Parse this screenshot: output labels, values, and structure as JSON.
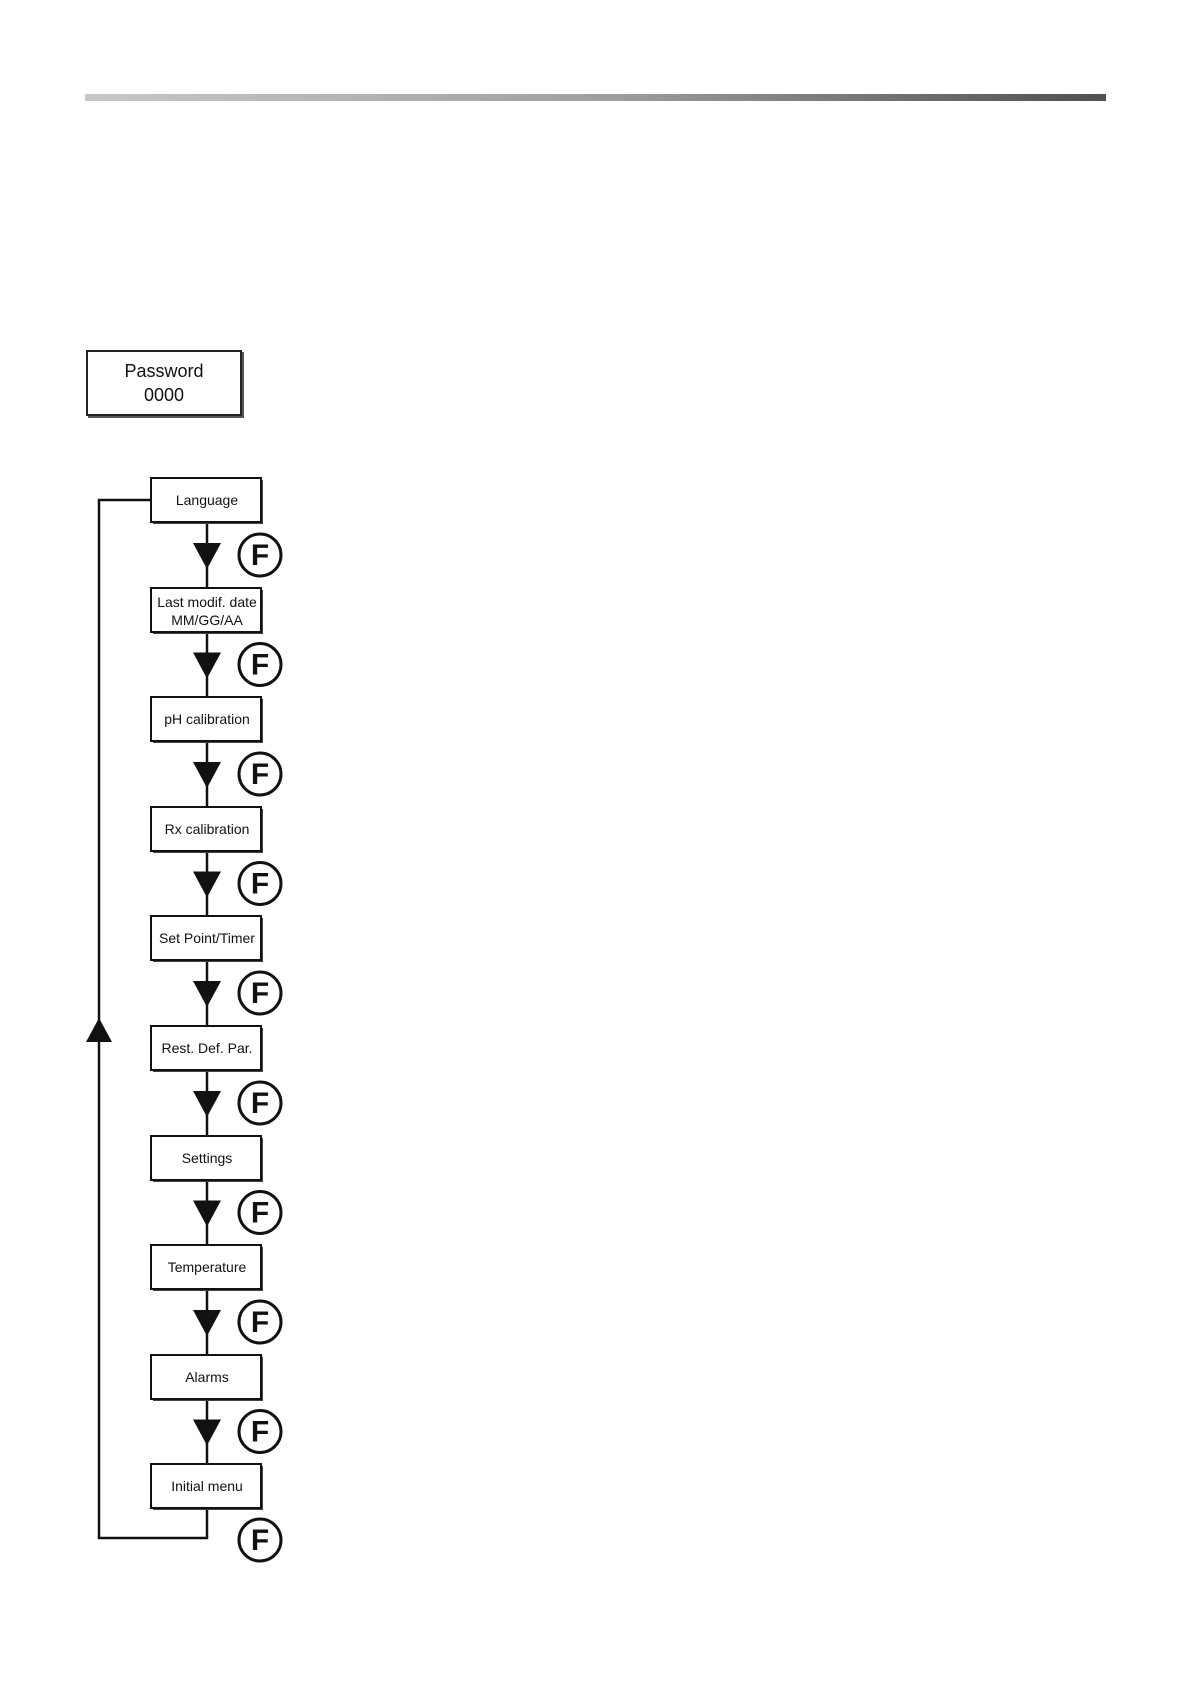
{
  "password": {
    "label": "Password",
    "value": "0000"
  },
  "menu_items": [
    {
      "label": "Language"
    },
    {
      "label": "Last modif. date",
      "sub": "MM/GG/AA"
    },
    {
      "label": "pH calibration"
    },
    {
      "label": "Rx calibration"
    },
    {
      "label": "Set Point/Timer"
    },
    {
      "label": "Rest. Def. Par."
    },
    {
      "label": "Settings"
    },
    {
      "label": "Temperature"
    },
    {
      "label": "Alarms"
    },
    {
      "label": "Initial menu"
    }
  ],
  "key_label": "F",
  "icons": {
    "step_arrow": "down-arrow-icon",
    "loop_arrow": "up-arrow-icon",
    "key": "f-key-icon"
  }
}
